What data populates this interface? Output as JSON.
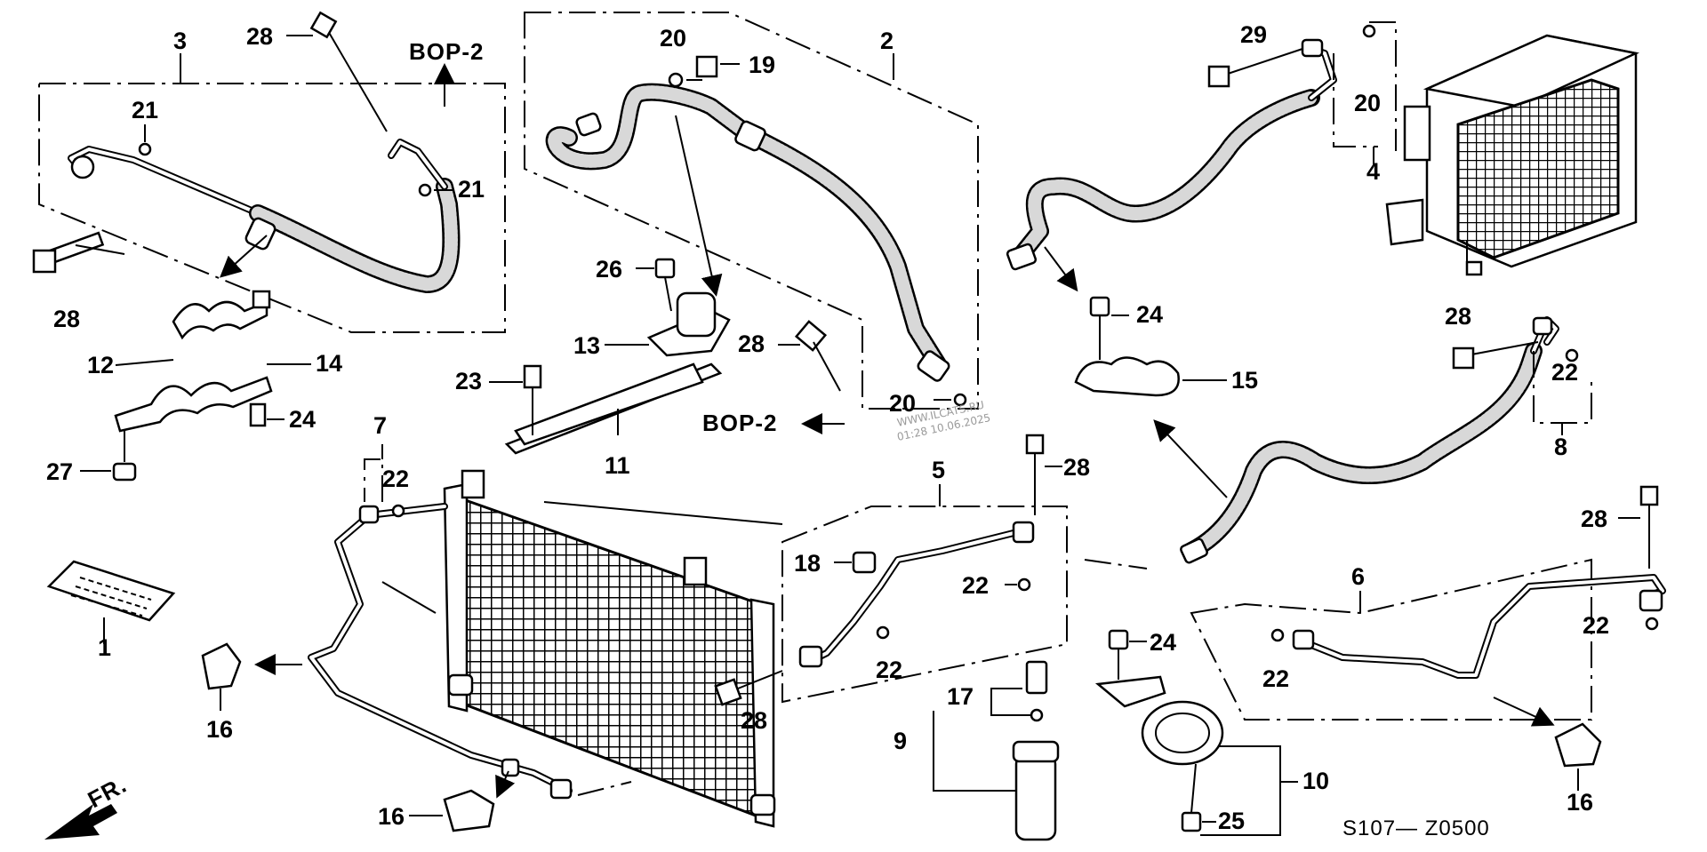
{
  "diagram": {
    "diagram_code": "S107— Z0500",
    "watermark_line1": "WWW.ILCATS.RU",
    "watermark_line2": "01:28 10.06.2025",
    "orientation_label": "FR.",
    "reference_label": "BOP-2",
    "callouts": [
      "1",
      "2",
      "3",
      "4",
      "5",
      "6",
      "7",
      "8",
      "9",
      "10",
      "11",
      "12",
      "13",
      "14",
      "15",
      "16",
      "17",
      "18",
      "19",
      "20",
      "21",
      "22",
      "23",
      "24",
      "25",
      "26",
      "27",
      "28",
      "29"
    ]
  }
}
